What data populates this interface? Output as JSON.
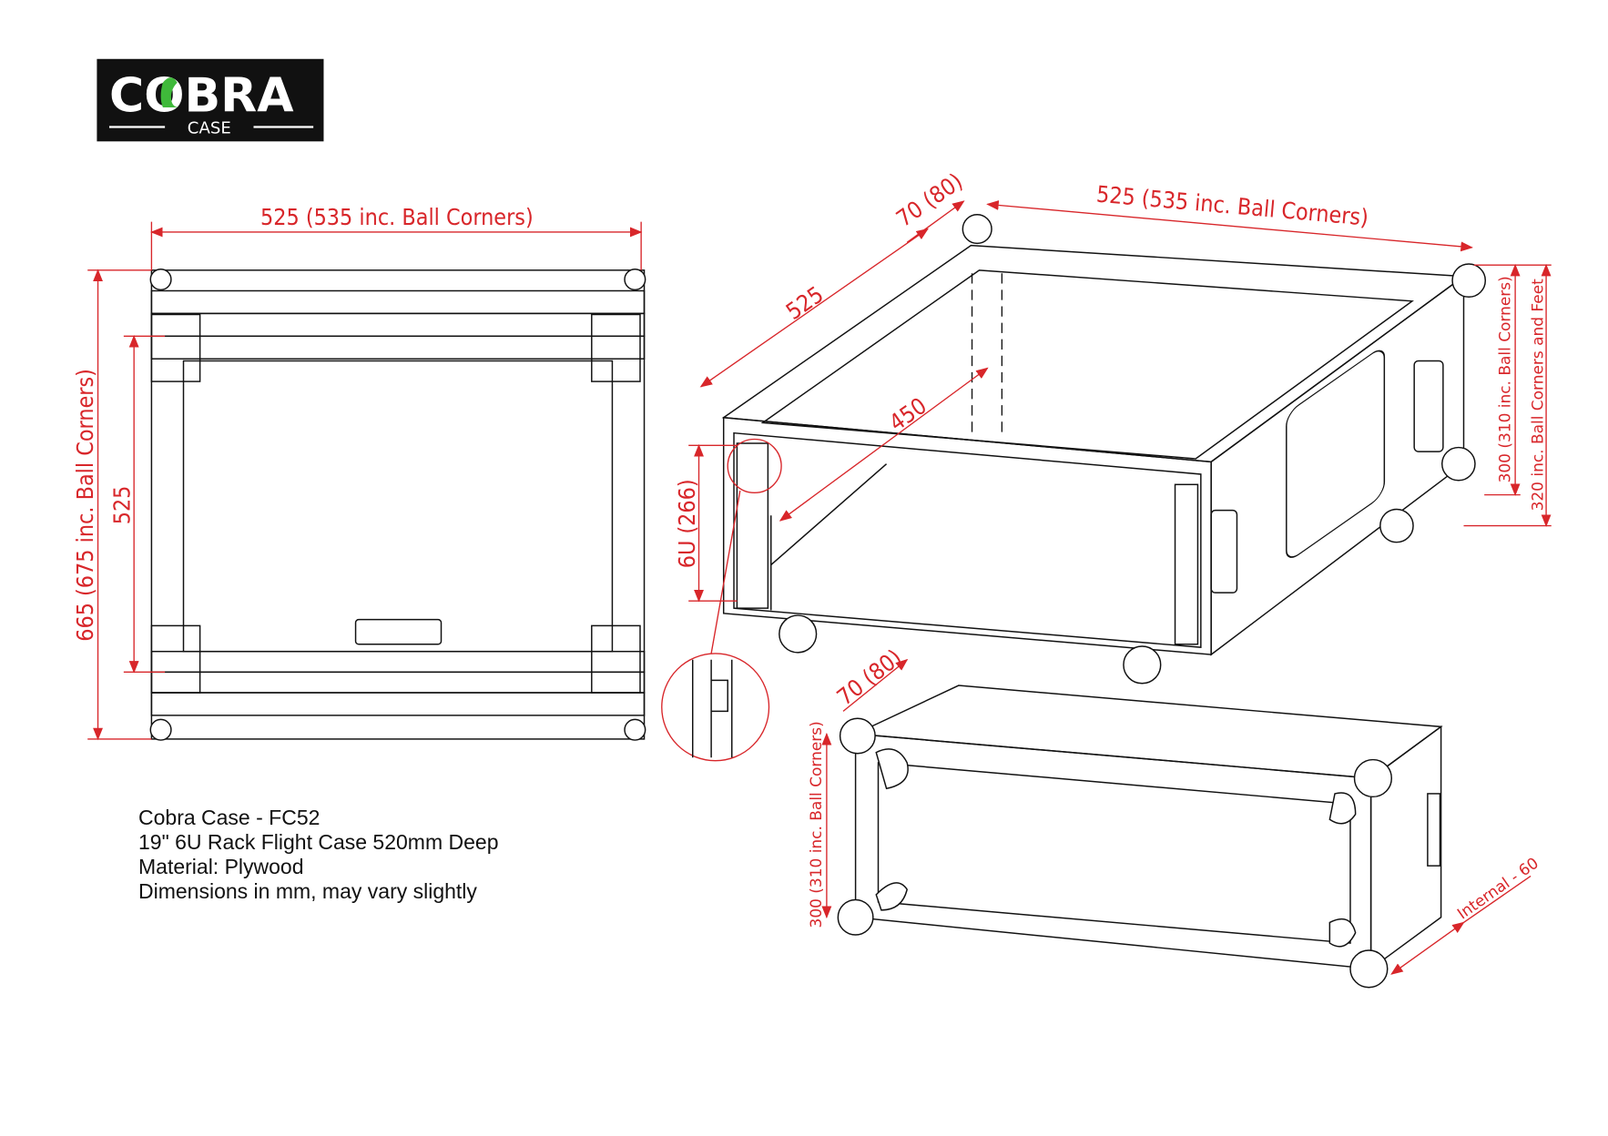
{
  "logo": {
    "brand": "COBRA",
    "sub": "CASE",
    "accent": "#3fb93a"
  },
  "front_view": {
    "width_label": "525 (535 inc. Ball Corners)",
    "height_label": "665 (675 inc. Ball Corners)",
    "inner_label": "525"
  },
  "iso_view": {
    "width_label": "525 (535 inc. Ball Corners)",
    "lid_label": "70 (80)",
    "depth_label": "525",
    "inner_depth_label": "450",
    "rack_label": "6U (266)",
    "height_label": "300 (310 inc. Ball Corners)",
    "height_feet_label": "320 inc. Ball Corners and Feet"
  },
  "lid_view": {
    "lid_label": "70 (80)",
    "height_label": "300 (310 inc. Ball Corners)",
    "internal_label": "Internal - 60"
  },
  "info": {
    "line1": "Cobra Case - FC52",
    "line2": "19\" 6U Rack Flight Case 520mm Deep",
    "line3": "Material: Plywood",
    "line4": "Dimensions in mm, may vary slightly"
  }
}
